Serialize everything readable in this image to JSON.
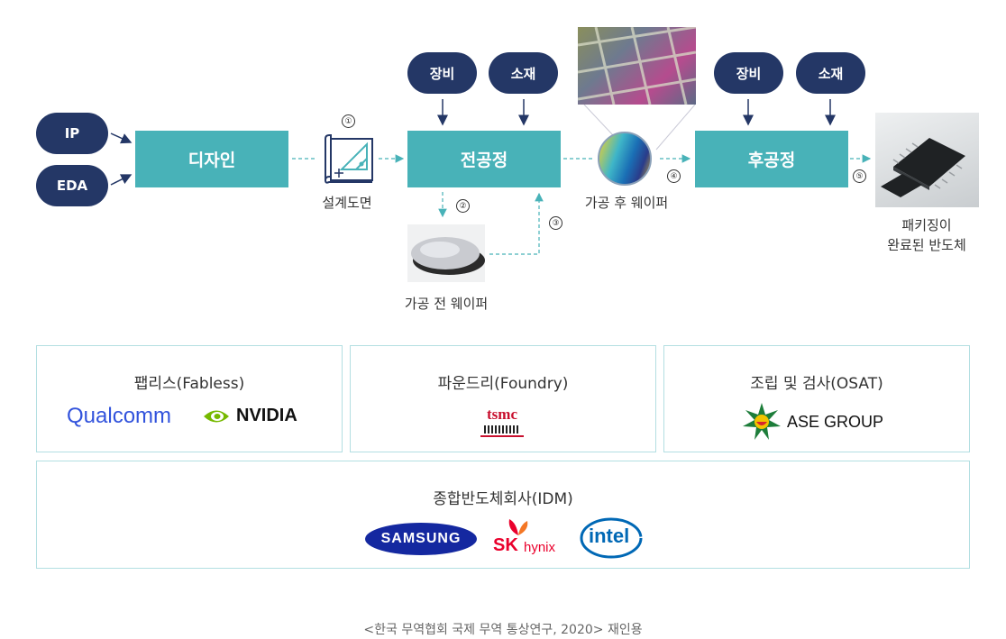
{
  "inputs": {
    "ip": "IP",
    "eda": "EDA"
  },
  "process": {
    "design": "디자인",
    "front_end": "전공정",
    "back_end": "후공정"
  },
  "front_inputs": {
    "equipment": "장비",
    "materials": "소재"
  },
  "back_inputs": {
    "equipment": "장비",
    "materials": "소재"
  },
  "step_numbers": [
    "①",
    "②",
    "③",
    "④",
    "⑤"
  ],
  "labels": {
    "blueprint": "설계도면",
    "wafer_before": "가공 전 웨이퍼",
    "wafer_after": "가공 후 웨이퍼",
    "packaged_line1": "패키징이",
    "packaged_line2": "완료된 반도체"
  },
  "panels": {
    "fabless": {
      "title": "팹리스(Fabless)",
      "logos": [
        "Qualcomm",
        "NVIDIA"
      ]
    },
    "foundry": {
      "title": "파운드리(Foundry)",
      "logos": [
        "tsmc"
      ]
    },
    "osat": {
      "title": "조립 및 검사(OSAT)",
      "logos": [
        "ASE GROUP"
      ]
    },
    "idm": {
      "title": "종합반도체회사(IDM)",
      "logos": [
        "SAMSUNG",
        "SK",
        "hynix",
        "intel"
      ]
    }
  },
  "caption": "<한국 무역협회 국제 무역 통상연구, 2020> 재인용",
  "colors": {
    "navy": "#243766",
    "teal": "#48b2b8",
    "panel_border": "#b3dfe2"
  }
}
